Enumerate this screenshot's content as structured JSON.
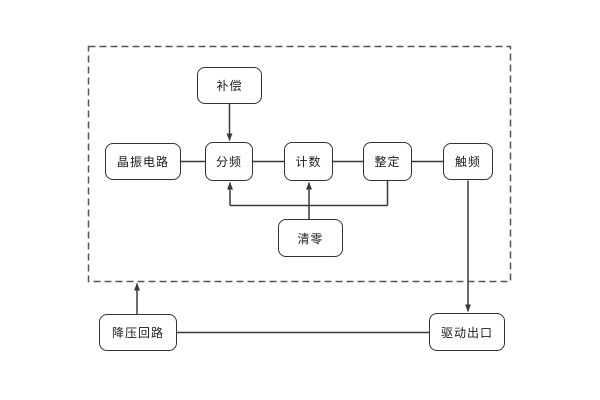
{
  "diagram": {
    "type": "block-diagram",
    "background_color": "#ffffff",
    "line_color": "#3a3a3a",
    "box_border_color": "#333333",
    "box_fill_color": "#ffffff",
    "dashed_boundary_color": "#555555",
    "text_color": "#1c1c1c",
    "nodes": [
      {
        "id": "compensation",
        "label": "补偿"
      },
      {
        "id": "crystal-oscillator-circuit",
        "label": "晶振电路"
      },
      {
        "id": "frequency-divider",
        "label": "分频"
      },
      {
        "id": "counter",
        "label": "计数"
      },
      {
        "id": "setting",
        "label": "整定"
      },
      {
        "id": "trigger",
        "label": "触频"
      },
      {
        "id": "clear-zero",
        "label": "清零"
      },
      {
        "id": "step-down-circuit",
        "label": "降压回路"
      },
      {
        "id": "drive-output",
        "label": "驱动出口"
      }
    ],
    "edges": [
      {
        "from": "补偿",
        "to": "分频",
        "arrow": true
      },
      {
        "from": "晶振电路",
        "to": "分频",
        "arrow": false
      },
      {
        "from": "分频",
        "to": "计数",
        "arrow": false
      },
      {
        "from": "计数",
        "to": "整定",
        "arrow": false
      },
      {
        "from": "整定",
        "to": "触频",
        "arrow": false
      },
      {
        "from": "整定",
        "to": "分频",
        "arrow": true
      },
      {
        "from": "清零",
        "to": "计数",
        "arrow": true
      },
      {
        "from": "触频",
        "to": "驱动出口",
        "arrow": true
      },
      {
        "from": "降压回路",
        "to": "虚线框",
        "arrow": true
      },
      {
        "from": "降压回路",
        "to": "驱动出口",
        "arrow": false
      }
    ]
  }
}
